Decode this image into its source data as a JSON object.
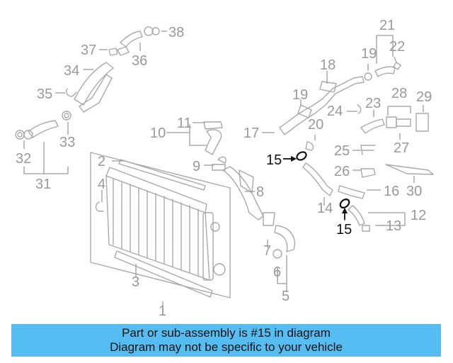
{
  "diagram": {
    "callouts": {
      "c1": "1",
      "c2": "2",
      "c3": "3",
      "c4": "4",
      "c5": "5",
      "c6": "6",
      "c7": "7",
      "c8": "8",
      "c9": "9",
      "c10": "10",
      "c11": "11",
      "c12": "12",
      "c13": "13",
      "c14": "14",
      "c15a": "15",
      "c15b": "15",
      "c16": "16",
      "c17": "17",
      "c18": "18",
      "c19a": "19",
      "c19b": "19",
      "c20": "20",
      "c21": "21",
      "c22": "22",
      "c23": "23",
      "c24": "24",
      "c25": "25",
      "c26": "26",
      "c27": "27",
      "c28": "28",
      "c29": "29",
      "c30": "30",
      "c31": "31",
      "c32": "32",
      "c33": "33",
      "c34": "34",
      "c35": "35",
      "c36": "36",
      "c37": "37",
      "c38": "38"
    },
    "highlight_color": "#111111",
    "callout_color": "#999999"
  },
  "banner": {
    "line1": "Part or sub-assembly is #15 in diagram",
    "line2": "Diagram may not be specific to your vehicle",
    "color": "#56bdf2"
  }
}
